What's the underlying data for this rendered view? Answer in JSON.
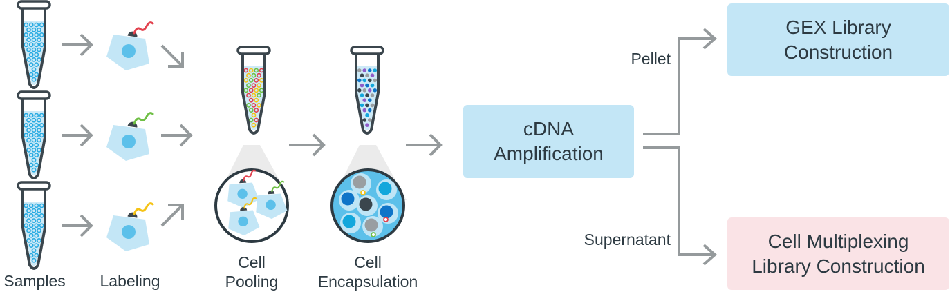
{
  "stages": {
    "samples": "Samples",
    "labeling": "Labeling",
    "pooling": [
      "Cell",
      "Pooling"
    ],
    "encapsulation": [
      "Cell",
      "Encapsulation"
    ]
  },
  "boxes": {
    "cdna": [
      "cDNA",
      "Amplification"
    ],
    "gex": [
      "GEX Library",
      "Construction"
    ],
    "multiplexing": [
      "Cell Multiplexing",
      "Library Construction"
    ]
  },
  "branches": {
    "pellet": "Pellet",
    "supernatant": "Supernatant"
  },
  "colors": {
    "tube_outline": "#3b464d",
    "liquid": "#cdeaf7",
    "bead": "#29abe2",
    "cell_body": "#c3e6f6",
    "cell_nucleus": "#5cc0ea",
    "arrow": "#959a9c",
    "tag_red": "#e2414d",
    "tag_green": "#6fbf45",
    "tag_yellow": "#f5c316",
    "box_blue": "#c3e6f6",
    "box_pink": "#fae3e6"
  },
  "sample_tags": [
    "red",
    "green",
    "yellow"
  ]
}
